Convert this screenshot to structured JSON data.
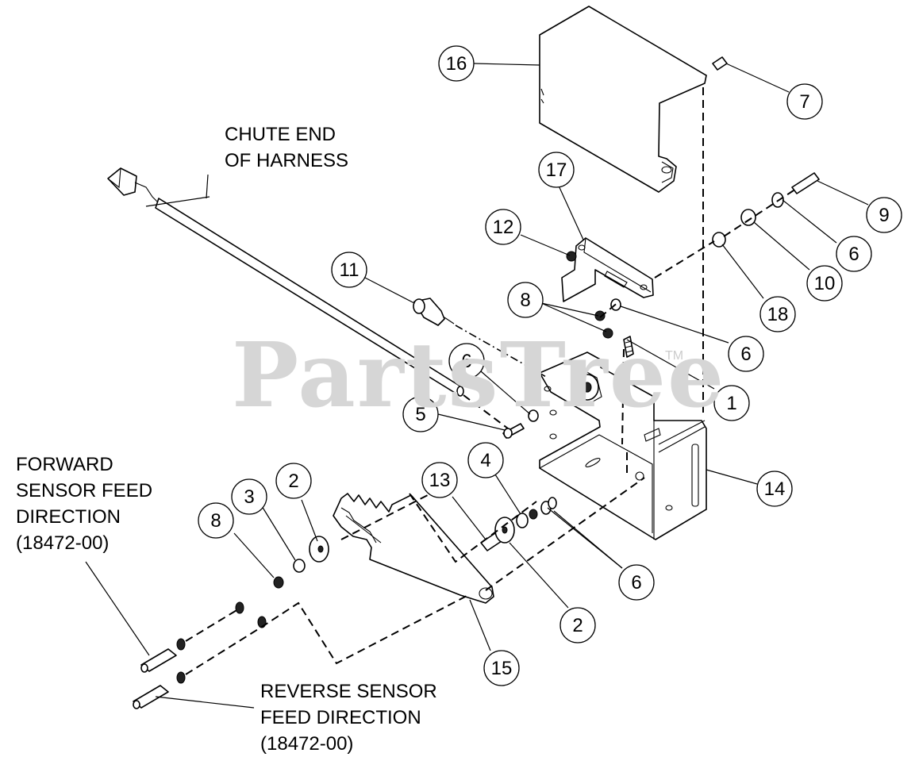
{
  "watermark": {
    "text": "PartsTree",
    "trademark": "TM"
  },
  "labels": {
    "chute_end": [
      "CHUTE END",
      "OF HARNESS"
    ],
    "forward_sensor": [
      "FORWARD",
      "SENSOR FEED",
      "DIRECTION",
      "(18472-00)"
    ],
    "reverse_sensor": [
      "REVERSE SENSOR",
      "FEED DIRECTION",
      "(18472-00)"
    ]
  },
  "callouts": [
    {
      "id": "16",
      "name": "callout-16"
    },
    {
      "id": "7",
      "name": "callout-7"
    },
    {
      "id": "17",
      "name": "callout-17"
    },
    {
      "id": "9",
      "name": "callout-9"
    },
    {
      "id": "12",
      "name": "callout-12"
    },
    {
      "id": "6",
      "name": "callout-6-right"
    },
    {
      "id": "11",
      "name": "callout-11"
    },
    {
      "id": "10",
      "name": "callout-10"
    },
    {
      "id": "8",
      "name": "callout-8-upper"
    },
    {
      "id": "18",
      "name": "callout-18"
    },
    {
      "id": "6",
      "name": "callout-6-mid"
    },
    {
      "id": "6",
      "name": "callout-6-left"
    },
    {
      "id": "1",
      "name": "callout-1"
    },
    {
      "id": "5",
      "name": "callout-5"
    },
    {
      "id": "4",
      "name": "callout-4"
    },
    {
      "id": "14",
      "name": "callout-14"
    },
    {
      "id": "2",
      "name": "callout-2-upper"
    },
    {
      "id": "13",
      "name": "callout-13"
    },
    {
      "id": "3",
      "name": "callout-3"
    },
    {
      "id": "8",
      "name": "callout-8-lower"
    },
    {
      "id": "6",
      "name": "callout-6-lower"
    },
    {
      "id": "2",
      "name": "callout-2-lower"
    },
    {
      "id": "15",
      "name": "callout-15"
    }
  ]
}
